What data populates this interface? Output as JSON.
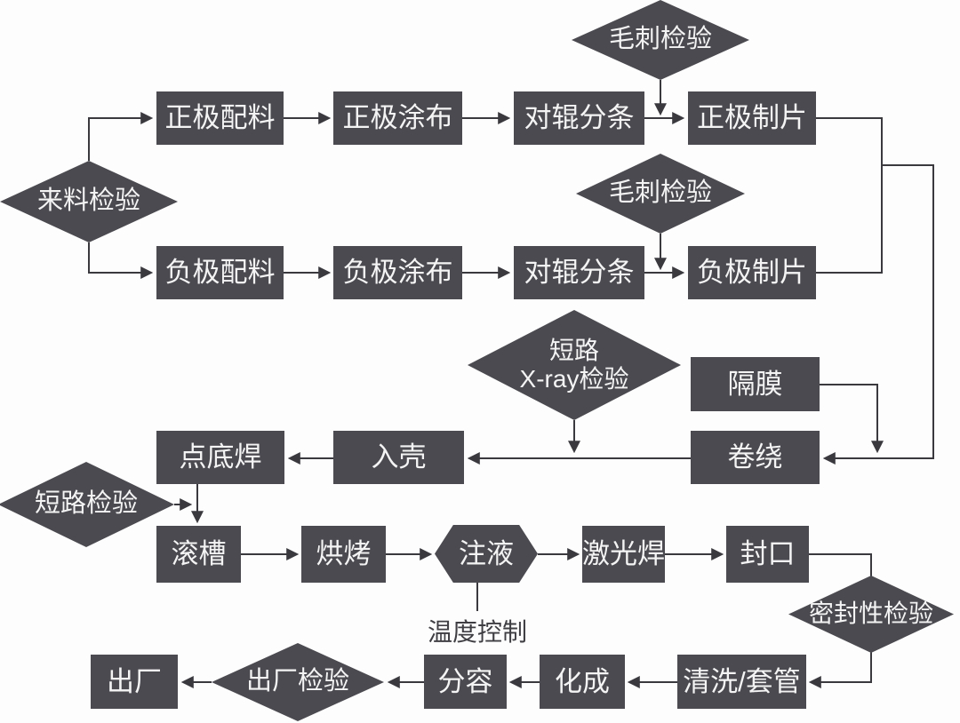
{
  "colors": {
    "node_fill": "#4b4a50",
    "node_text": "#f4f4f5",
    "line": "#3a393e",
    "background": "#fdfdfd"
  },
  "nodes": [
    {
      "id": "incoming-inspection",
      "type": "diamond",
      "label": "来料检验"
    },
    {
      "id": "burr-inspection-top",
      "type": "diamond",
      "label": "毛刺检验"
    },
    {
      "id": "burr-inspection-mid",
      "type": "diamond",
      "label": "毛刺检验"
    },
    {
      "id": "positive-batching",
      "type": "box",
      "label": "正极配料"
    },
    {
      "id": "positive-coating",
      "type": "box",
      "label": "正极涂布"
    },
    {
      "id": "positive-slitting",
      "type": "box",
      "label": "对辊分条"
    },
    {
      "id": "positive-sheeting",
      "type": "box",
      "label": "正极制片"
    },
    {
      "id": "negative-batching",
      "type": "box",
      "label": "负极配料"
    },
    {
      "id": "negative-coating",
      "type": "box",
      "label": "负极涂布"
    },
    {
      "id": "negative-slitting",
      "type": "box",
      "label": "对辊分条"
    },
    {
      "id": "negative-sheeting",
      "type": "box",
      "label": "负极制片"
    },
    {
      "id": "xray-inspection",
      "type": "diamond",
      "line1": "短路",
      "line2": "X-ray检验"
    },
    {
      "id": "separator-film",
      "type": "box",
      "label": "隔膜"
    },
    {
      "id": "winding",
      "type": "box",
      "label": "卷绕"
    },
    {
      "id": "casing",
      "type": "box",
      "label": "入壳"
    },
    {
      "id": "bottom-spot-welding",
      "type": "box",
      "label": "点底焊"
    },
    {
      "id": "short-circuit-inspection",
      "type": "diamond",
      "label": "短路检验"
    },
    {
      "id": "grooving",
      "type": "box",
      "label": "滚槽"
    },
    {
      "id": "baking",
      "type": "box",
      "label": "烘烤"
    },
    {
      "id": "liquid-injection",
      "type": "hexagon",
      "label": "注液"
    },
    {
      "id": "laser-welding",
      "type": "box",
      "label": "激光焊"
    },
    {
      "id": "sealing",
      "type": "box",
      "label": "封口"
    },
    {
      "id": "seal-inspection",
      "type": "diamond",
      "label": "密封性检验"
    },
    {
      "id": "cleaning-sleeving",
      "type": "box",
      "label": "清洗/套管"
    },
    {
      "id": "formation",
      "type": "box",
      "label": "化成"
    },
    {
      "id": "capacity-grading",
      "type": "box",
      "label": "分容"
    },
    {
      "id": "outgoing-inspection",
      "type": "diamond",
      "label": "出厂检验"
    },
    {
      "id": "shipment",
      "type": "box",
      "label": "出厂"
    },
    {
      "id": "temperature-control",
      "type": "text",
      "label": "温度控制"
    }
  ]
}
